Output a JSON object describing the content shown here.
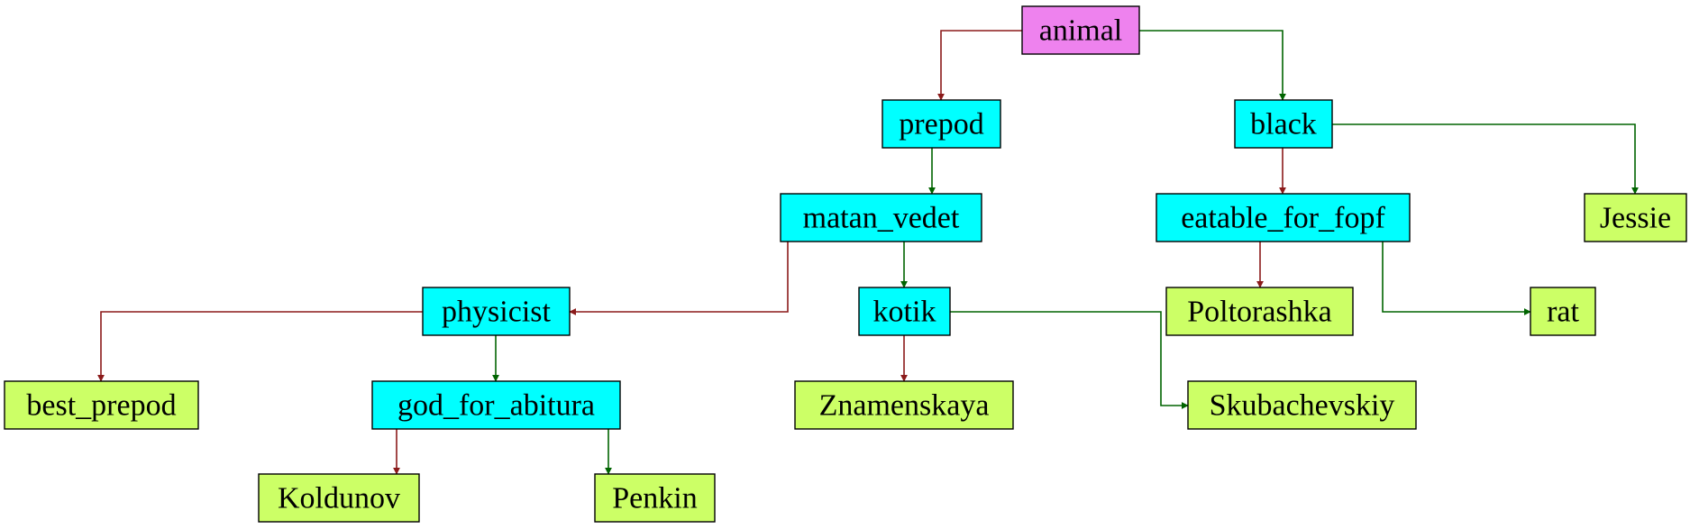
{
  "colors": {
    "root": "#ee82ee",
    "question": "#00ffff",
    "answer": "#ccff66",
    "yes_edge": "#8b1a1a",
    "no_edge": "#006400",
    "border": "#000000"
  },
  "nodes": [
    {
      "id": "animal",
      "label": "animal",
      "kind": "root"
    },
    {
      "id": "prepod",
      "label": "prepod",
      "kind": "question"
    },
    {
      "id": "black",
      "label": "black",
      "kind": "question"
    },
    {
      "id": "matan_vedet",
      "label": "matan_vedet",
      "kind": "question"
    },
    {
      "id": "eatable_for_fopf",
      "label": "eatable_for_fopf",
      "kind": "question"
    },
    {
      "id": "jessie",
      "label": "Jessie",
      "kind": "answer"
    },
    {
      "id": "physicist",
      "label": "physicist",
      "kind": "question"
    },
    {
      "id": "kotik",
      "label": "kotik",
      "kind": "question"
    },
    {
      "id": "poltorashka",
      "label": "Poltorashka",
      "kind": "answer"
    },
    {
      "id": "rat",
      "label": "rat",
      "kind": "answer"
    },
    {
      "id": "best_prepod",
      "label": "best_prepod",
      "kind": "answer"
    },
    {
      "id": "god_for_abitura",
      "label": "god_for_abitura",
      "kind": "question"
    },
    {
      "id": "znamenskaya",
      "label": "Znamenskaya",
      "kind": "answer"
    },
    {
      "id": "skubachevskiy",
      "label": "Skubachevskiy",
      "kind": "answer"
    },
    {
      "id": "koldunov",
      "label": "Koldunov",
      "kind": "answer"
    },
    {
      "id": "penkin",
      "label": "Penkin",
      "kind": "answer"
    }
  ],
  "edges": [
    {
      "from": "animal",
      "to": "prepod",
      "kind": "yes"
    },
    {
      "from": "animal",
      "to": "black",
      "kind": "no"
    },
    {
      "from": "prepod",
      "to": "matan_vedet",
      "kind": "no"
    },
    {
      "from": "black",
      "to": "eatable_for_fopf",
      "kind": "yes"
    },
    {
      "from": "black",
      "to": "jessie",
      "kind": "no"
    },
    {
      "from": "matan_vedet",
      "to": "physicist",
      "kind": "yes"
    },
    {
      "from": "matan_vedet",
      "to": "kotik",
      "kind": "no"
    },
    {
      "from": "eatable_for_fopf",
      "to": "poltorashka",
      "kind": "yes"
    },
    {
      "from": "eatable_for_fopf",
      "to": "rat",
      "kind": "no"
    },
    {
      "from": "physicist",
      "to": "best_prepod",
      "kind": "yes"
    },
    {
      "from": "physicist",
      "to": "god_for_abitura",
      "kind": "no"
    },
    {
      "from": "kotik",
      "to": "znamenskaya",
      "kind": "yes"
    },
    {
      "from": "kotik",
      "to": "skubachevskiy",
      "kind": "no"
    },
    {
      "from": "god_for_abitura",
      "to": "koldunov",
      "kind": "yes"
    },
    {
      "from": "god_for_abitura",
      "to": "penkin",
      "kind": "no"
    }
  ]
}
